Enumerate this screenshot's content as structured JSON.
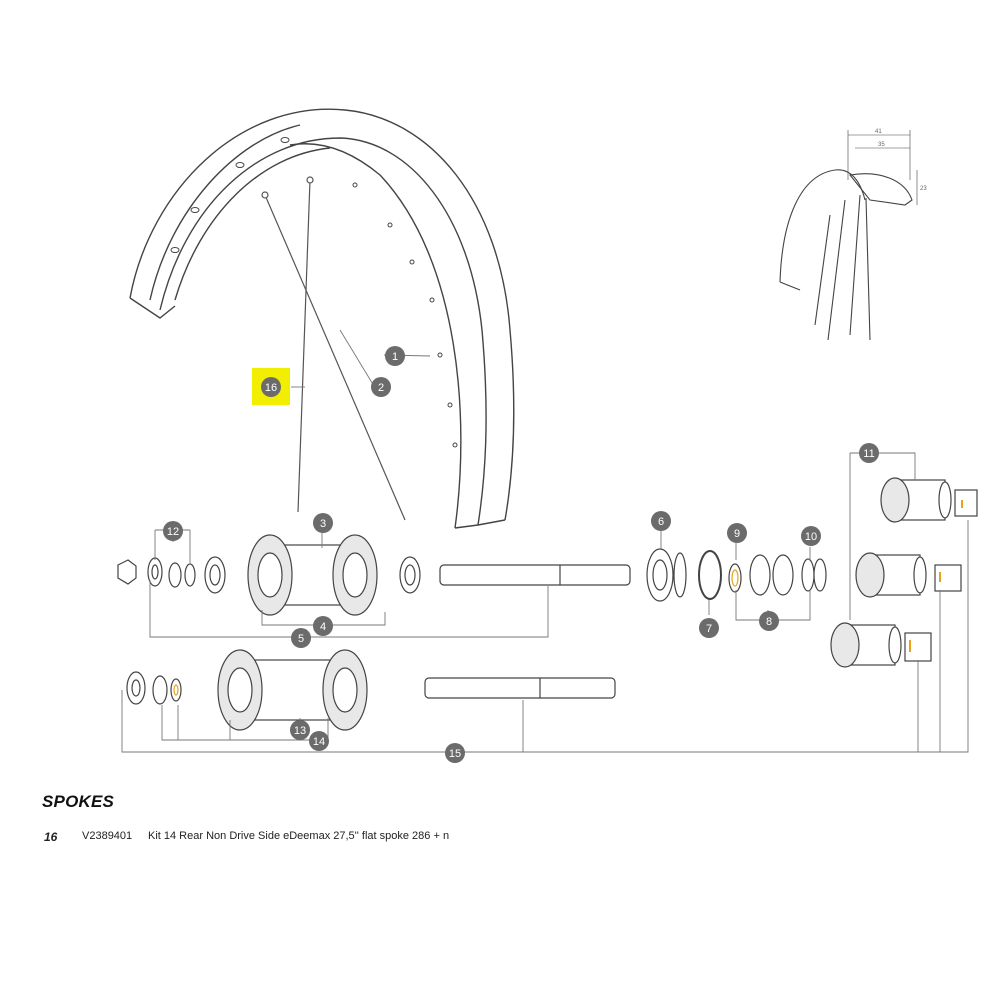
{
  "callouts": [
    {
      "label": "1"
    },
    {
      "label": "2"
    },
    {
      "label": "3"
    },
    {
      "label": "4"
    },
    {
      "label": "5"
    },
    {
      "label": "6"
    },
    {
      "label": "7"
    },
    {
      "label": "8"
    },
    {
      "label": "9"
    },
    {
      "label": "10"
    },
    {
      "label": "11"
    },
    {
      "label": "12"
    },
    {
      "label": "13"
    },
    {
      "label": "14"
    },
    {
      "label": "15"
    },
    {
      "label": "16",
      "highlighted": true
    }
  ],
  "dimensions": [
    "41",
    "35",
    "23"
  ],
  "section_title": "SPOKES",
  "parts": [
    {
      "number": "16",
      "code": "V2389401",
      "description": "Kit 14 Rear Non Drive Side eDeemax 27,5'' flat spoke 286 + n"
    }
  ],
  "colors": {
    "highlight": "#f2ee00",
    "callout": "#6b6b6b",
    "line": "#555555",
    "accent": "#e8a21b"
  }
}
